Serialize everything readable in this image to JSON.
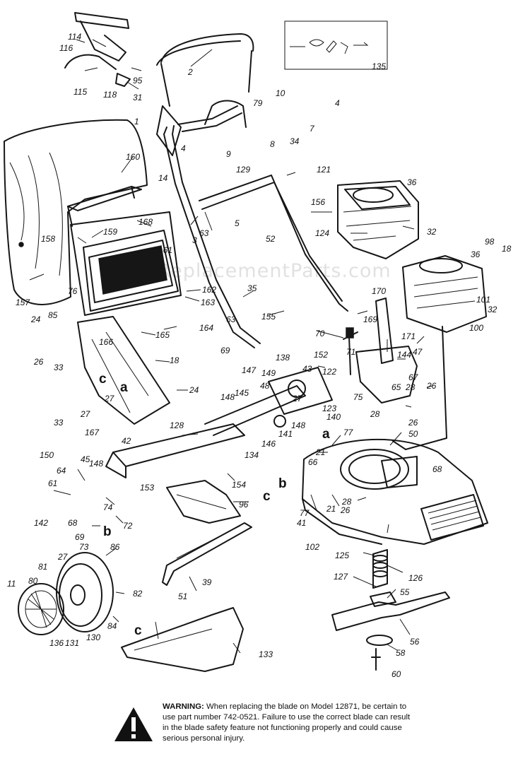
{
  "watermark": "eReplacementParts.com",
  "callouts": [
    {
      "id": "1",
      "label": "1"
    },
    {
      "id": "2",
      "label": "2"
    },
    {
      "id": "3",
      "label": "3"
    },
    {
      "id": "4a",
      "label": "4"
    },
    {
      "id": "4b",
      "label": "4"
    },
    {
      "id": "5",
      "label": "5"
    },
    {
      "id": "7",
      "label": "7"
    },
    {
      "id": "8",
      "label": "8"
    },
    {
      "id": "9",
      "label": "9"
    },
    {
      "id": "10",
      "label": "10"
    },
    {
      "id": "11",
      "label": "11"
    },
    {
      "id": "14",
      "label": "14"
    },
    {
      "id": "18a",
      "label": "18"
    },
    {
      "id": "18b",
      "label": "18"
    },
    {
      "id": "21a",
      "label": "21"
    },
    {
      "id": "21b",
      "label": "21"
    },
    {
      "id": "24a",
      "label": "24"
    },
    {
      "id": "24b",
      "label": "24"
    },
    {
      "id": "26a",
      "label": "26"
    },
    {
      "id": "26b",
      "label": "26"
    },
    {
      "id": "26c",
      "label": "26"
    },
    {
      "id": "26d",
      "label": "26"
    },
    {
      "id": "27a",
      "label": "27"
    },
    {
      "id": "27b",
      "label": "27"
    },
    {
      "id": "27c",
      "label": "27"
    },
    {
      "id": "27d",
      "label": "27"
    },
    {
      "id": "28a",
      "label": "28"
    },
    {
      "id": "28b",
      "label": "28"
    },
    {
      "id": "28c",
      "label": "28"
    },
    {
      "id": "31",
      "label": "31"
    },
    {
      "id": "32a",
      "label": "32"
    },
    {
      "id": "32b",
      "label": "32"
    },
    {
      "id": "33a",
      "label": "33"
    },
    {
      "id": "33b",
      "label": "33"
    },
    {
      "id": "34",
      "label": "34"
    },
    {
      "id": "35",
      "label": "35"
    },
    {
      "id": "36a",
      "label": "36"
    },
    {
      "id": "36b",
      "label": "36"
    },
    {
      "id": "39",
      "label": "39"
    },
    {
      "id": "41",
      "label": "41"
    },
    {
      "id": "42",
      "label": "42"
    },
    {
      "id": "43",
      "label": "43"
    },
    {
      "id": "45",
      "label": "45"
    },
    {
      "id": "47",
      "label": "47"
    },
    {
      "id": "48",
      "label": "48"
    },
    {
      "id": "50",
      "label": "50"
    },
    {
      "id": "51",
      "label": "51"
    },
    {
      "id": "52",
      "label": "52"
    },
    {
      "id": "55",
      "label": "55"
    },
    {
      "id": "56",
      "label": "56"
    },
    {
      "id": "58",
      "label": "58"
    },
    {
      "id": "60",
      "label": "60"
    },
    {
      "id": "61",
      "label": "61"
    },
    {
      "id": "63a",
      "label": "63"
    },
    {
      "id": "63b",
      "label": "63"
    },
    {
      "id": "64",
      "label": "64"
    },
    {
      "id": "65",
      "label": "65"
    },
    {
      "id": "66",
      "label": "66"
    },
    {
      "id": "67",
      "label": "67"
    },
    {
      "id": "68a",
      "label": "68"
    },
    {
      "id": "68b",
      "label": "68"
    },
    {
      "id": "69a",
      "label": "69"
    },
    {
      "id": "69b",
      "label": "69"
    },
    {
      "id": "70",
      "label": "70"
    },
    {
      "id": "71",
      "label": "71"
    },
    {
      "id": "72",
      "label": "72"
    },
    {
      "id": "73",
      "label": "73"
    },
    {
      "id": "74",
      "label": "74"
    },
    {
      "id": "75",
      "label": "75"
    },
    {
      "id": "76",
      "label": "76"
    },
    {
      "id": "77a",
      "label": "77"
    },
    {
      "id": "77b",
      "label": "77"
    },
    {
      "id": "79",
      "label": "79"
    },
    {
      "id": "80",
      "label": "80"
    },
    {
      "id": "81",
      "label": "81"
    },
    {
      "id": "82",
      "label": "82"
    },
    {
      "id": "84",
      "label": "84"
    },
    {
      "id": "85",
      "label": "85"
    },
    {
      "id": "86",
      "label": "86"
    },
    {
      "id": "95",
      "label": "95"
    },
    {
      "id": "96",
      "label": "96"
    },
    {
      "id": "98",
      "label": "98"
    },
    {
      "id": "100",
      "label": "100"
    },
    {
      "id": "101",
      "label": "101"
    },
    {
      "id": "102",
      "label": "102"
    },
    {
      "id": "114",
      "label": "114"
    },
    {
      "id": "115",
      "label": "115"
    },
    {
      "id": "116",
      "label": "116"
    },
    {
      "id": "118",
      "label": "118"
    },
    {
      "id": "121",
      "label": "121"
    },
    {
      "id": "122",
      "label": "122"
    },
    {
      "id": "123",
      "label": "123"
    },
    {
      "id": "124",
      "label": "124"
    },
    {
      "id": "125",
      "label": "125"
    },
    {
      "id": "126",
      "label": "126"
    },
    {
      "id": "127",
      "label": "127"
    },
    {
      "id": "128",
      "label": "128"
    },
    {
      "id": "129",
      "label": "129"
    },
    {
      "id": "130",
      "label": "130"
    },
    {
      "id": "131",
      "label": "131"
    },
    {
      "id": "133",
      "label": "133"
    },
    {
      "id": "134",
      "label": "134"
    },
    {
      "id": "135",
      "label": "135"
    },
    {
      "id": "136",
      "label": "136"
    },
    {
      "id": "138",
      "label": "138"
    },
    {
      "id": "140",
      "label": "140"
    },
    {
      "id": "141",
      "label": "141"
    },
    {
      "id": "142",
      "label": "142"
    },
    {
      "id": "144",
      "label": "144"
    },
    {
      "id": "145",
      "label": "145"
    },
    {
      "id": "146",
      "label": "146"
    },
    {
      "id": "147",
      "label": "147"
    },
    {
      "id": "148a",
      "label": "148"
    },
    {
      "id": "148b",
      "label": "148"
    },
    {
      "id": "148c",
      "label": "148"
    },
    {
      "id": "149",
      "label": "149"
    },
    {
      "id": "150",
      "label": "150"
    },
    {
      "id": "152",
      "label": "152"
    },
    {
      "id": "153",
      "label": "153"
    },
    {
      "id": "154",
      "label": "154"
    },
    {
      "id": "155",
      "label": "155"
    },
    {
      "id": "156",
      "label": "156"
    },
    {
      "id": "157",
      "label": "157"
    },
    {
      "id": "158",
      "label": "158"
    },
    {
      "id": "159",
      "label": "159"
    },
    {
      "id": "160",
      "label": "160"
    },
    {
      "id": "161",
      "label": "161"
    },
    {
      "id": "162",
      "label": "162"
    },
    {
      "id": "163",
      "label": "163"
    },
    {
      "id": "164",
      "label": "164"
    },
    {
      "id": "165",
      "label": "165"
    },
    {
      "id": "166",
      "label": "166"
    },
    {
      "id": "167",
      "label": "167"
    },
    {
      "id": "168",
      "label": "168"
    },
    {
      "id": "169",
      "label": "169"
    },
    {
      "id": "170",
      "label": "170"
    },
    {
      "id": "171",
      "label": "171"
    }
  ],
  "reference_letters": [
    {
      "id": "a1",
      "label": "a"
    },
    {
      "id": "c1",
      "label": "c"
    },
    {
      "id": "a2",
      "label": "a"
    },
    {
      "id": "b1",
      "label": "b"
    },
    {
      "id": "c2",
      "label": "c"
    },
    {
      "id": "b2",
      "label": "b"
    },
    {
      "id": "c3",
      "label": "c"
    }
  ],
  "warning": {
    "label": "WARNING:",
    "text": "When replacing the blade on Model 12871, be certain to use part number 742-0521. Failure to use the correct blade can result in the blade safety feature not functioning properly and could cause serious personal injury.",
    "icon": "exclamation-triangle-icon"
  }
}
